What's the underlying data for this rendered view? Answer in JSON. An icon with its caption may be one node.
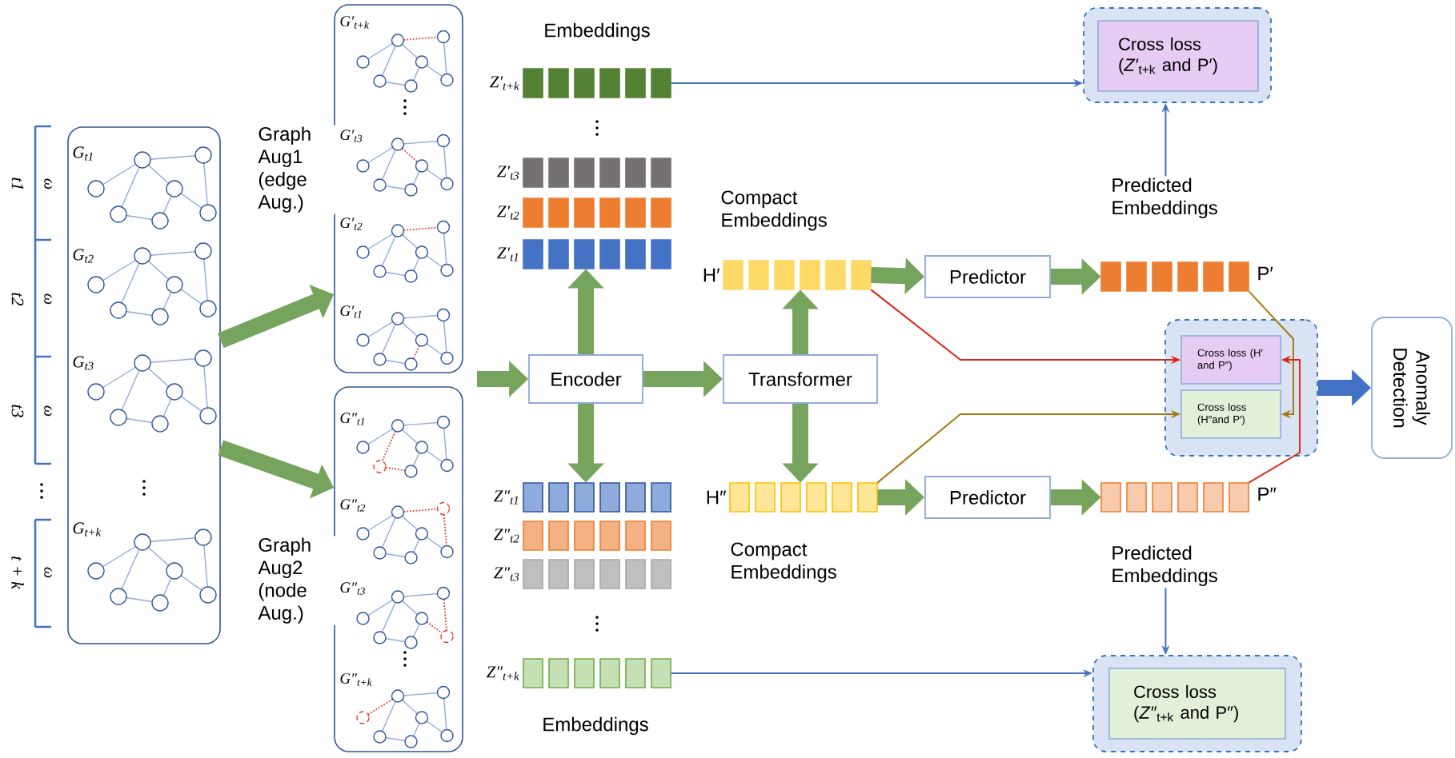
{
  "diagram": {
    "nodes": [
      {
        "text": [
          "G$_{t1}$",
          "G$_{t2}$",
          "G$_{t3}$",
          "G$_{t+k}$"
        ]
      },
      {
        "text": [
          "G′$_{t+k}$",
          "G′$_{t3}$",
          "G′$_{t2}$",
          "G′$_{t1}$"
        ]
      },
      {
        "text": [
          "G″$_{t1}$",
          "G″$_{t2}$",
          "G″$_{t3}$",
          "G″$_{t+k}$"
        ]
      },
      {
        "text": [
          "Encoder"
        ]
      },
      {
        "text": [
          "Transformer"
        ]
      },
      {
        "text": [
          "Z′$_{t+k}$"
        ]
      },
      {
        "text": [
          "Z′$_{t3}$"
        ]
      },
      {
        "text": [
          "Z′$_{t2}$"
        ]
      },
      {
        "text": [
          "Z′$_{t1}$"
        ]
      },
      {
        "text": [
          "H′"
        ],
        "beside": [
          "Compact Embeddings"
        ]
      },
      {
        "text": [
          "Predictor"
        ]
      },
      {
        "text": [
          "P′"
        ],
        "beside": [
          "Predicted Embeddings"
        ]
      },
      {
        "text": [],
        "shape": "box"
      },
      {
        "text": [
          "Cross loss (*Z′*$_{t+k}$ and P′)"
        ],
        "in": 12
      },
      {
        "text": [],
        "shape": "box"
      },
      {
        "text": [
          "Cross loss (H′ and P″)"
        ],
        "in": 14
      },
      {
        "text": [
          "Cross loss (H″and P′)"
        ],
        "in": 14
      },
      {
        "text": [
          "Anomaly Detection"
        ]
      },
      {
        "text": [
          "Z″$_{t1}$"
        ]
      },
      {
        "text": [
          "Z″$_{t2}$"
        ]
      },
      {
        "text": [
          "Z″$_{t3}$"
        ]
      },
      {
        "text": [
          "Z″$_{t+k}$"
        ]
      },
      {
        "text": [
          "H″"
        ],
        "beside": [
          "Compact Embeddings"
        ]
      },
      {
        "text": [
          "Predictor"
        ]
      },
      {
        "text": [
          "P″"
        ],
        "beside": [
          "Predicted Embeddings"
        ]
      },
      {
        "text": [],
        "shape": "box"
      },
      {
        "text": [
          "Cross loss (*Z″*$_{t+k}$ and P″)"
        ],
        "in": 25
      }
    ],
    "edges": [
      {
        "from": 0,
        "to": 1,
        "arrow": "to",
        "label": "Graph Aug1 (edge Aug.)",
        "color": "#77A45C"
      },
      {
        "from": 0,
        "to": 2,
        "arrow": "to",
        "label": "Graph Aug2 (node Aug.)",
        "color": "#77A45C"
      },
      {
        "from": null,
        "to": 3,
        "arrow": "to",
        "color": "#77A45C"
      },
      {
        "from": 3,
        "to": 8,
        "arrow": "to",
        "color": "#77A45C"
      },
      {
        "from": 3,
        "to": 18,
        "arrow": "to",
        "color": "#77A45C"
      },
      {
        "from": 3,
        "to": 4,
        "arrow": "to",
        "color": "#77A45C"
      },
      {
        "from": 4,
        "to": 9,
        "arrow": "to",
        "color": "#77A45C"
      },
      {
        "from": 4,
        "to": 22,
        "arrow": "to",
        "color": "#77A45C"
      },
      {
        "from": 9,
        "to": 10,
        "arrow": "to",
        "color": "#77A45C"
      },
      {
        "from": 10,
        "to": 11,
        "arrow": "to",
        "color": "#77A45C"
      },
      {
        "from": 22,
        "to": 23,
        "arrow": "to",
        "color": "#77A45C"
      },
      {
        "from": 23,
        "to": 24,
        "arrow": "to",
        "color": "#77A45C"
      },
      {
        "from": 5,
        "to": 12,
        "arrow": "to",
        "color": "#4472C4"
      },
      {
        "from": 11,
        "to": 12,
        "arrow": "to",
        "color": "#4472C4"
      },
      {
        "from": 24,
        "to": 25,
        "arrow": "to",
        "color": "#4472C4"
      },
      {
        "from": 21,
        "to": 25,
        "arrow": "to",
        "color": "#4472C4"
      },
      {
        "from": 9,
        "to": 15,
        "arrow": "to",
        "color": "#D9261C"
      },
      {
        "from": 22,
        "to": 16,
        "arrow": "to",
        "color": "#A27B14"
      },
      {
        "from": 11,
        "to": 16,
        "arrow": "to",
        "color": "#A27B14"
      },
      {
        "from": 24,
        "to": 15,
        "arrow": "to",
        "color": "#D9261C"
      },
      {
        "from": 14,
        "to": 17,
        "arrow": "to",
        "color": "#4472C4"
      }
    ],
    "labels": [
      "t1",
      "ω",
      "t2",
      "ω",
      "t3",
      "ω",
      "t + k",
      "ω",
      "Embeddings",
      "Embeddings"
    ]
  }
}
